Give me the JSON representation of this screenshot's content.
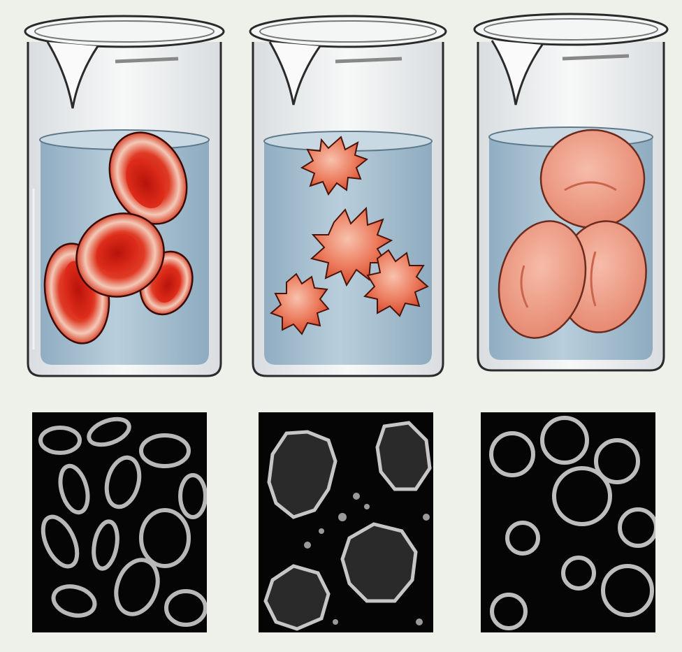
{
  "figure": {
    "beakers": [
      {
        "id": "isotonic",
        "cell_shape": "biconcave-disc",
        "cell_count": 4,
        "solution_color": "#a9c2d4"
      },
      {
        "id": "hypertonic",
        "cell_shape": "crenated",
        "cell_count": 4,
        "solution_color": "#a9c2d4"
      },
      {
        "id": "hypotonic",
        "cell_shape": "swollen-sphere",
        "cell_count": 3,
        "solution_color": "#a9c2d4"
      }
    ],
    "micrographs": [
      {
        "id": "micrograph-normal-cells"
      },
      {
        "id": "micrograph-crenated-cells"
      },
      {
        "id": "micrograph-swollen-cells"
      }
    ]
  },
  "colors": {
    "background": "#eef0ea",
    "solution": "#a9c2d4",
    "cell_red": "#d42a1a",
    "cell_pale": "#ec9c88",
    "micrograph_bg": "#050505"
  }
}
